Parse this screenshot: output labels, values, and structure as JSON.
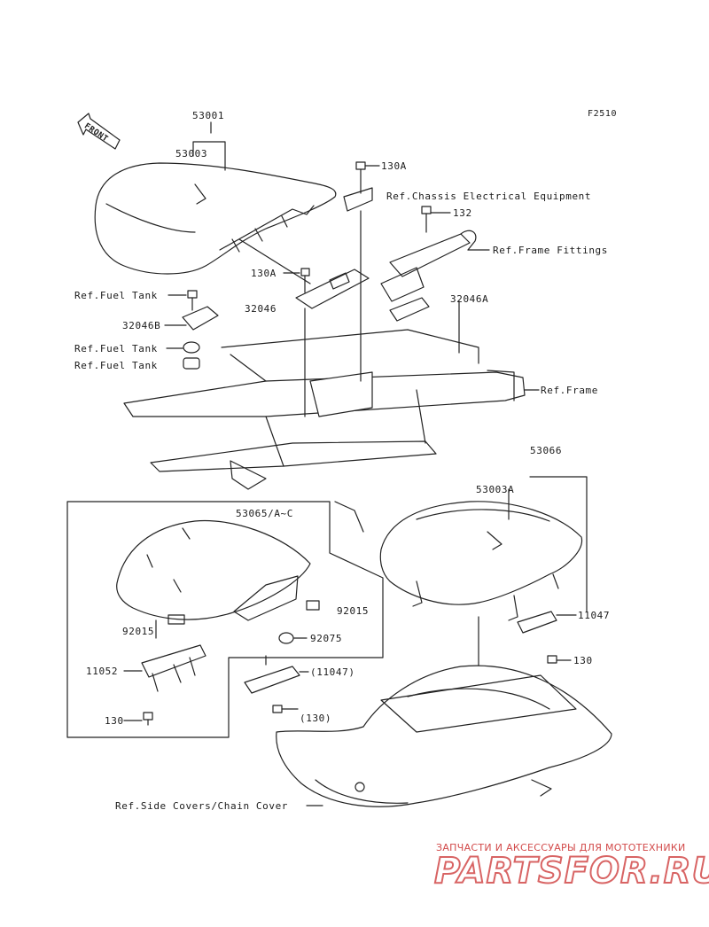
{
  "figure_code": "F2510",
  "front_arrow_label": "FRONT",
  "labels": {
    "p53001": "53001",
    "p53003": "53003",
    "p130A_top": "130A",
    "ref_chassis": "Ref.Chassis Electrical Equipment",
    "p132": "132",
    "ref_frame_fittings": "Ref.Frame Fittings",
    "p130A_mid": "130A",
    "ref_fuel_tank_1": "Ref.Fuel Tank",
    "p32046": "32046",
    "p32046A": "32046A",
    "p32046B": "32046B",
    "ref_fuel_tank_2": "Ref.Fuel Tank",
    "ref_fuel_tank_3": "Ref.Fuel Tank",
    "ref_frame": "Ref.Frame",
    "p53066": "53066",
    "p53003A": "53003A",
    "p53065": "53065/A~C",
    "p92015_right": "92015",
    "p92015_left": "92015",
    "p92075": "92075",
    "p11047_right": "11047",
    "p11052": "11052",
    "p11047_paren": "(11047)",
    "p130_right": "130",
    "p130_paren": "(130)",
    "p130_left": "130",
    "ref_side_covers": "Ref.Side Covers/Chain Cover"
  },
  "watermark": {
    "caption": "ЗАПЧАСТИ И АКСЕССУАРЫ ДЛЯ МОТОТЕХНИКИ",
    "brand": "PARTSFOR.RU",
    "color": "#d24a4a"
  }
}
